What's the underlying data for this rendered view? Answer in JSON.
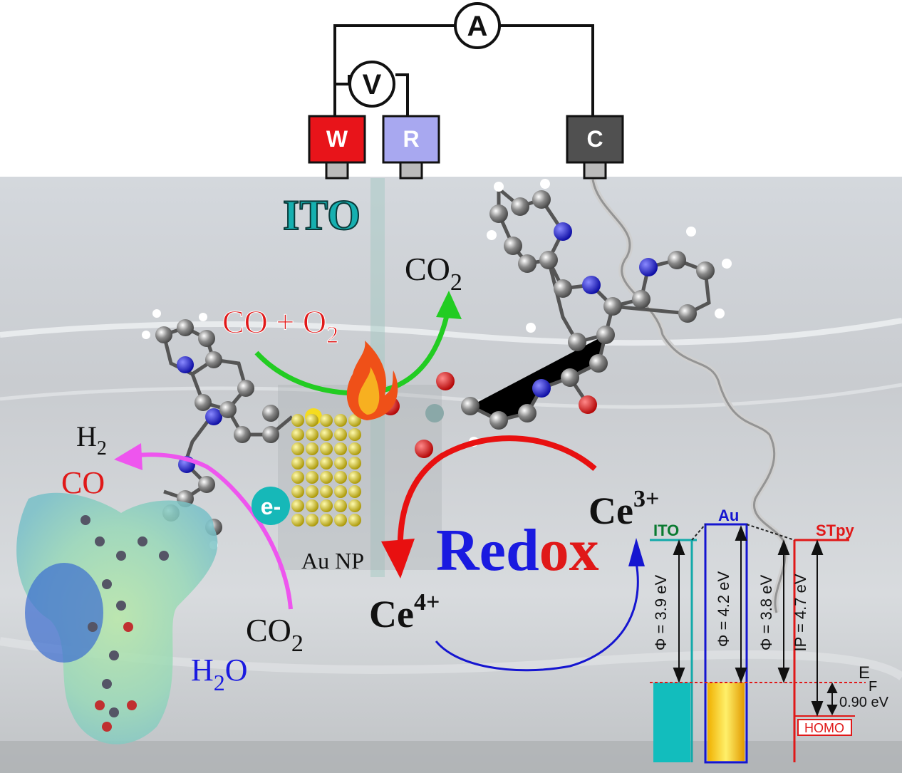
{
  "circuit": {
    "ammeter": "A",
    "voltmeter": "V",
    "electrodes": [
      {
        "label": "W",
        "color": "#e8141a"
      },
      {
        "label": "R",
        "color": "#a8a8f0"
      },
      {
        "label": "C",
        "color": "#505050"
      }
    ]
  },
  "labels": {
    "ito": "ITO",
    "co2_top": "CO",
    "co2_top_sub": "2",
    "co_o2_a": "CO + O",
    "co_o2_sub": "2",
    "h2": "H",
    "h2_sub": "2",
    "co": "CO",
    "electron": "e-",
    "au_np": "Au NP",
    "ce3": "Ce",
    "ce3_sup": "3+",
    "ce4": "Ce",
    "ce4_sup": "4+",
    "redox_red": "Red",
    "redox_ox": "ox",
    "h2o": "H",
    "h2o_sub": "2",
    "h2o_end": "O",
    "co2_bottom": "CO",
    "co2_bottom_sub": "2"
  },
  "energy_diagram": {
    "ito_label": "ITO",
    "au_label": "Au",
    "stpy_label": "STpy",
    "ito_phi": "Φ = 3.9 eV",
    "au_phi": "Φ = 4.2 eV",
    "stpy_phi": "Φ = 3.8 eV",
    "stpy_ip": "IP = 4.7 eV",
    "ef": "E",
    "ef_sub": "F",
    "homo_gap": "0.90 eV",
    "homo": "HOMO",
    "colors": {
      "ito": "#12a9a9",
      "au": "#1515d0",
      "stpy": "#e01818"
    }
  },
  "colors": {
    "redox_blue": "#1a1ae0",
    "red_text": "#e01818",
    "green_arrow": "#22cc22",
    "magenta_arrow": "#ee55ee",
    "teal": "#16b0b0"
  }
}
